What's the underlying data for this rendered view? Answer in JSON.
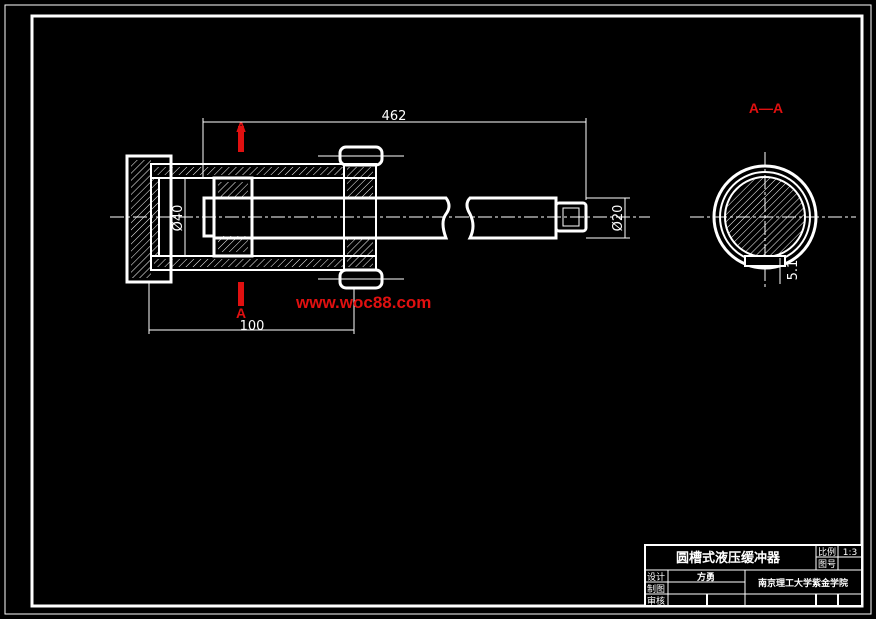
{
  "drawing": {
    "dimensions": {
      "overall_length": "462",
      "bore_diameter": "Ø40",
      "rod_diameter": "Ø20",
      "cylinder_length": "100",
      "groove_depth": "5.1"
    },
    "section_marks": {
      "top": "A",
      "bottom": "A"
    },
    "section_view_label": "A—A",
    "watermark": "www.woc88.com"
  },
  "title_block": {
    "title": "圆槽式液压缓冲器",
    "scale_label": "比例",
    "scale_value": "1:3",
    "drawing_no_label": "图号",
    "design_label": "设计",
    "designer": "方勇",
    "drafting_label": "制图",
    "review_label": "审核",
    "school": "南京理工大学紫金学院"
  },
  "colors": {
    "background": "#000000",
    "lines": "#ffffff",
    "section_marks": "#e01010"
  }
}
